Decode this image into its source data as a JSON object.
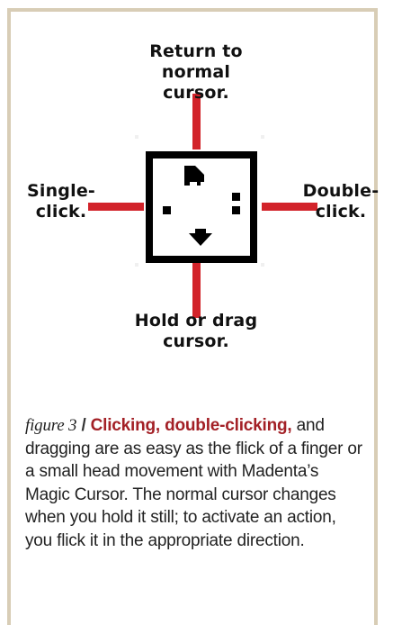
{
  "diagram": {
    "label_top": "Return to normal cursor.",
    "label_left": "Single-click.",
    "label_right": "Double-click.",
    "label_bottom": "Hold or drag cursor.",
    "colors": {
      "arrows": "#d2232a",
      "box": "#000000",
      "frame": "#d8cdb6"
    },
    "icon": "magic-cursor-dwell-box-icon"
  },
  "caption": {
    "figure_label": "figure 3",
    "separator": "/",
    "headline": "Clicking, double-clicking,",
    "body": "and dragging are as easy as the flick of a finger or a small head movement with Madenta’s Magic Cursor. The normal cursor changes when you hold it still; to activate an action, you flick it in the appropriate direction.",
    "headline_color": "#a32026"
  }
}
